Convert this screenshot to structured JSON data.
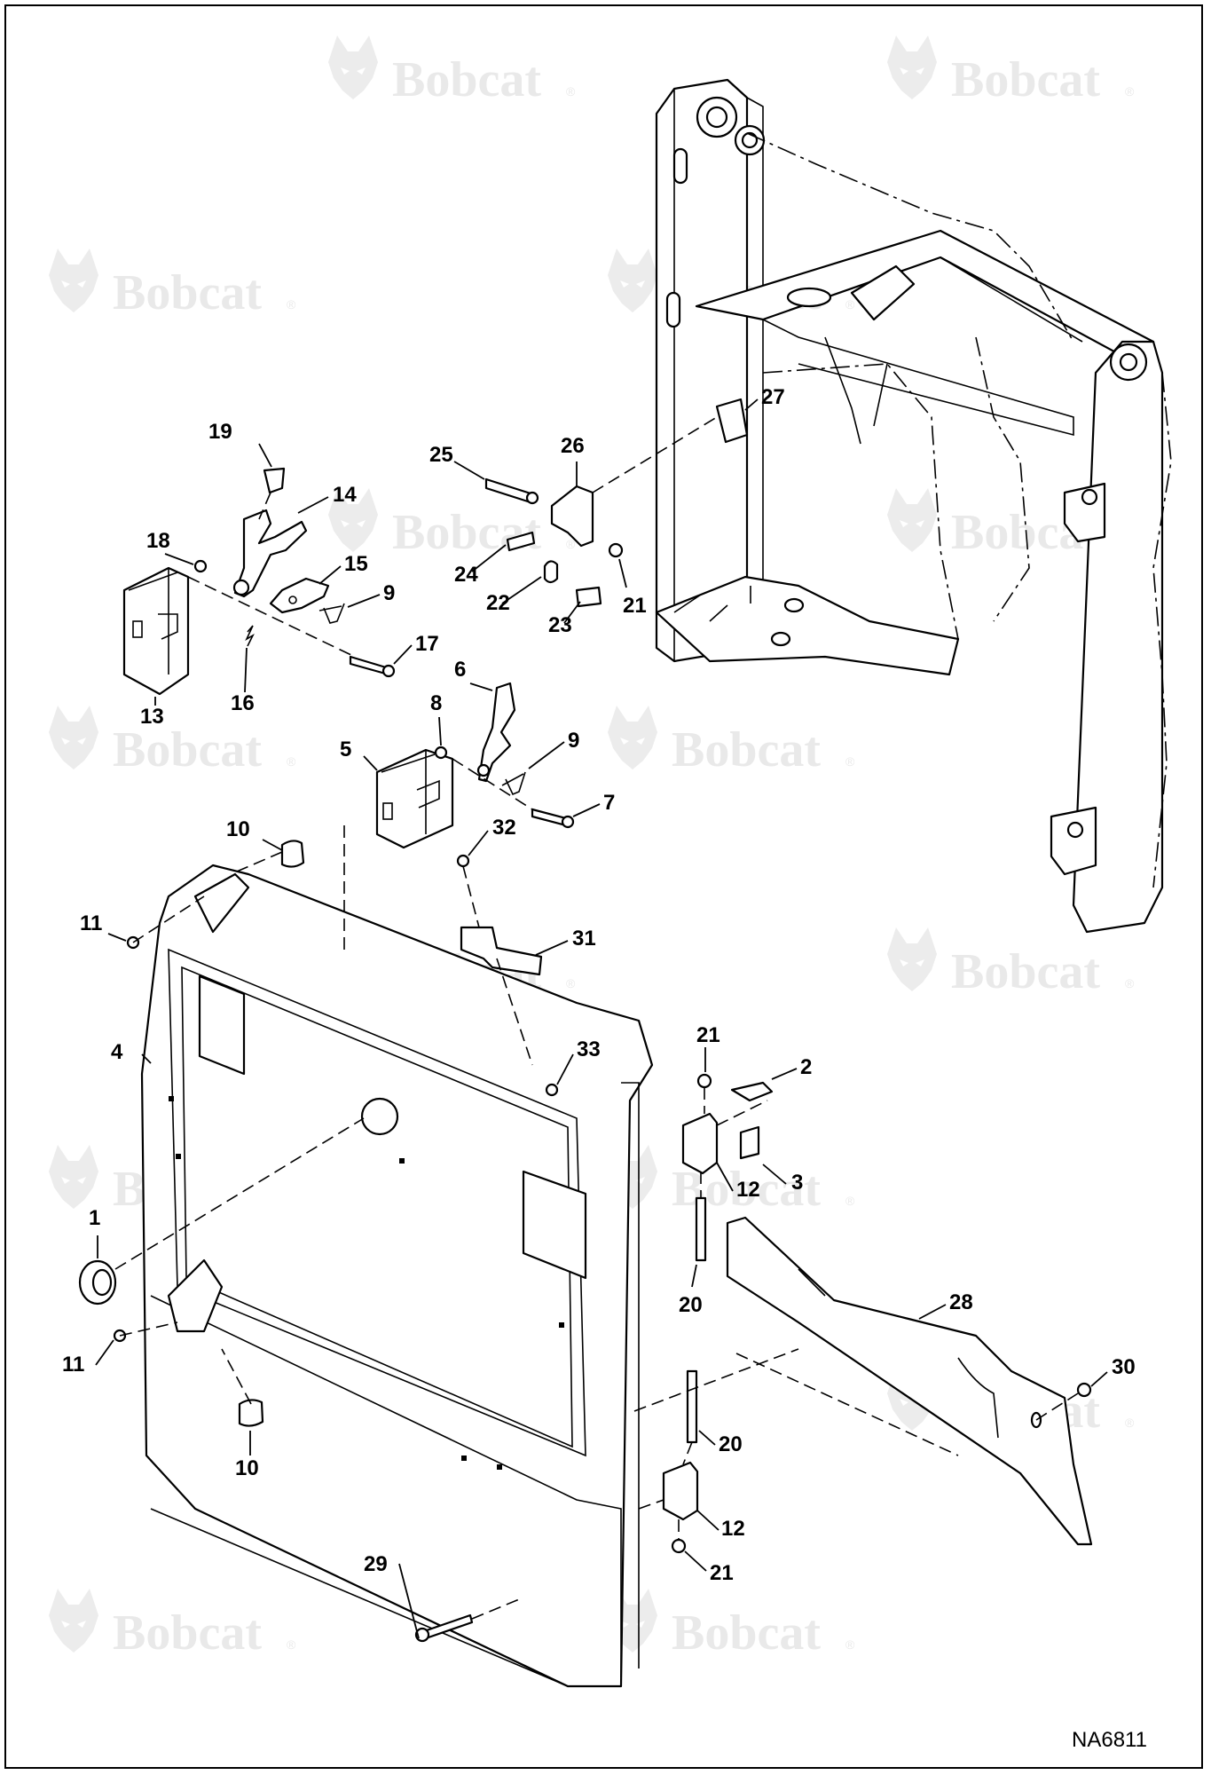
{
  "watermark": {
    "brand": "Bobcat",
    "reg": "®"
  },
  "drawing_number": "NA6811",
  "callouts": [
    {
      "id": "c1",
      "label": "1"
    },
    {
      "id": "c2",
      "label": "2"
    },
    {
      "id": "c3",
      "label": "3"
    },
    {
      "id": "c4",
      "label": "4"
    },
    {
      "id": "c5",
      "label": "5"
    },
    {
      "id": "c6",
      "label": "6"
    },
    {
      "id": "c7",
      "label": "7"
    },
    {
      "id": "c8",
      "label": "8"
    },
    {
      "id": "c9a",
      "label": "9"
    },
    {
      "id": "c9b",
      "label": "9"
    },
    {
      "id": "c10a",
      "label": "10"
    },
    {
      "id": "c10b",
      "label": "10"
    },
    {
      "id": "c11a",
      "label": "11"
    },
    {
      "id": "c11b",
      "label": "11"
    },
    {
      "id": "c12a",
      "label": "12"
    },
    {
      "id": "c12b",
      "label": "12"
    },
    {
      "id": "c13",
      "label": "13"
    },
    {
      "id": "c14",
      "label": "14"
    },
    {
      "id": "c15",
      "label": "15"
    },
    {
      "id": "c16",
      "label": "16"
    },
    {
      "id": "c17",
      "label": "17"
    },
    {
      "id": "c18",
      "label": "18"
    },
    {
      "id": "c19",
      "label": "19"
    },
    {
      "id": "c20a",
      "label": "20"
    },
    {
      "id": "c20b",
      "label": "20"
    },
    {
      "id": "c21a",
      "label": "21"
    },
    {
      "id": "c21b",
      "label": "21"
    },
    {
      "id": "c21c",
      "label": "21"
    },
    {
      "id": "c22",
      "label": "22"
    },
    {
      "id": "c23",
      "label": "23"
    },
    {
      "id": "c24",
      "label": "24"
    },
    {
      "id": "c25",
      "label": "25"
    },
    {
      "id": "c26",
      "label": "26"
    },
    {
      "id": "c27",
      "label": "27"
    },
    {
      "id": "c28",
      "label": "28"
    },
    {
      "id": "c29",
      "label": "29"
    },
    {
      "id": "c30",
      "label": "30"
    },
    {
      "id": "c31",
      "label": "31"
    },
    {
      "id": "c32",
      "label": "32"
    },
    {
      "id": "c33",
      "label": "33"
    }
  ]
}
